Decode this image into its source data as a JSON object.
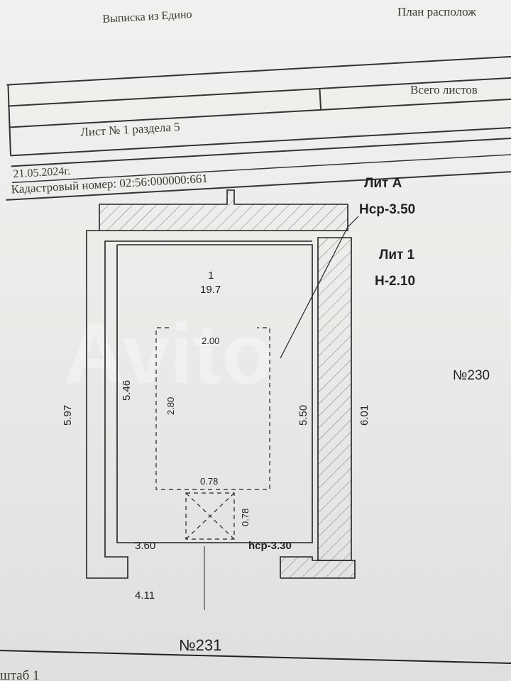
{
  "header": {
    "extract_title": "Выписка из Едино",
    "plan_title": "План располож",
    "sheet_label": "Лист № 1 раздела 5",
    "total_sheets_label": "Всего листов",
    "date": "21.05.2024г.",
    "cadastral_number": "Кадастровый номер: 02:56:000000:661"
  },
  "plan": {
    "lit_a": "Лит А",
    "lit_a_height": "Нср-3.50",
    "lit_1": "Лит 1",
    "lit_1_height": "Н-2.10",
    "room_number": "1",
    "room_area": "19.7",
    "pit_width": "2.00",
    "pit_length": "2.80",
    "inner_left": "5.46",
    "outer_left": "5.97",
    "inner_right": "5.50",
    "outer_right": "6.01",
    "hatch_width": "0.78",
    "hatch_length": "0.78",
    "inner_width": "3.60",
    "room_height": "hср-3.30",
    "outer_width": "4.11",
    "neighbor_right": "№230",
    "neighbor_bottom": "№231"
  },
  "footer": {
    "scale": "штаб 1"
  },
  "watermark": "Avito"
}
